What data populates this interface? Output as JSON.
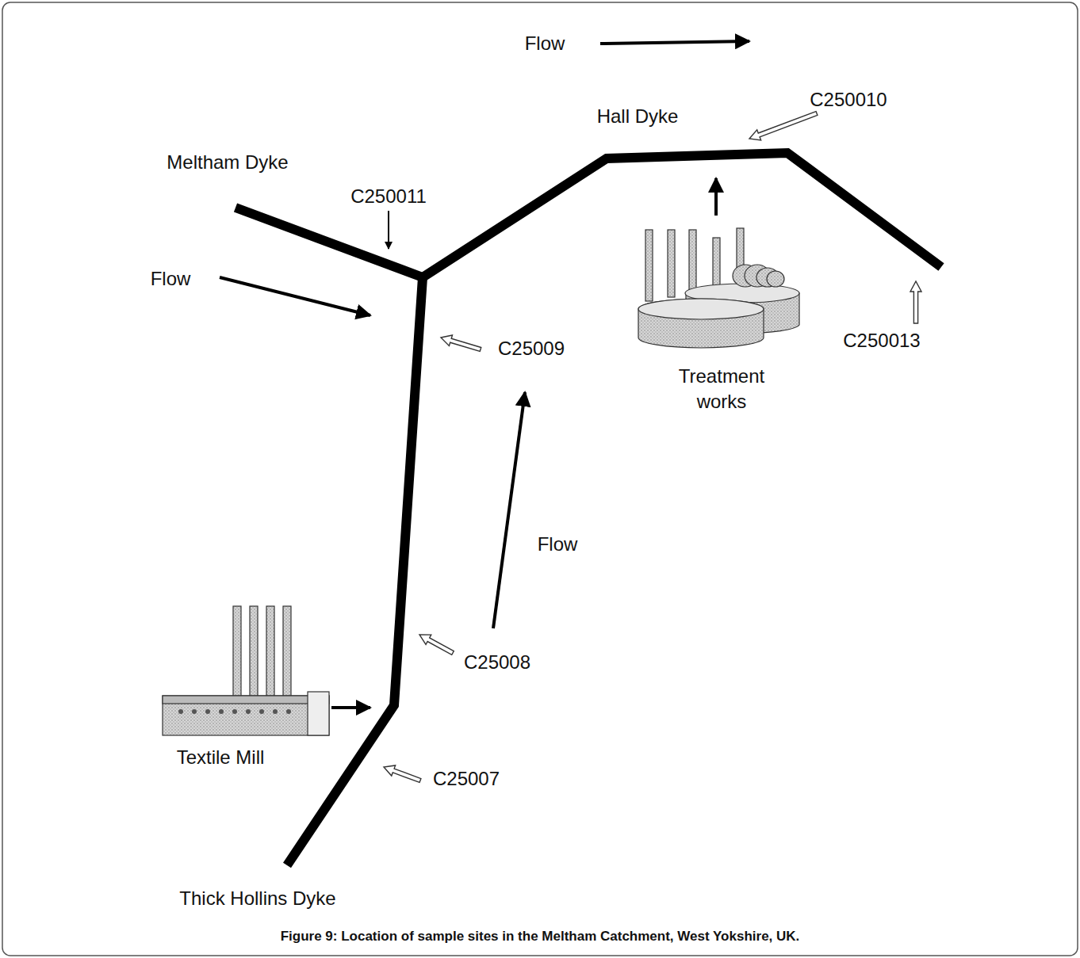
{
  "diagram": {
    "caption": "Figure 9: Location of sample sites in the Meltham Catchment, West Yokshire, UK.",
    "labels": [
      "Flow",
      "Hall Dyke",
      "C250010",
      "Meltham Dyke",
      "C250011",
      "Flow",
      "C25009",
      "C250013",
      "Treatment works",
      "Flow",
      "C25008",
      "Textile Mill",
      "C25007",
      "Thick Hollins Dyke"
    ]
  }
}
